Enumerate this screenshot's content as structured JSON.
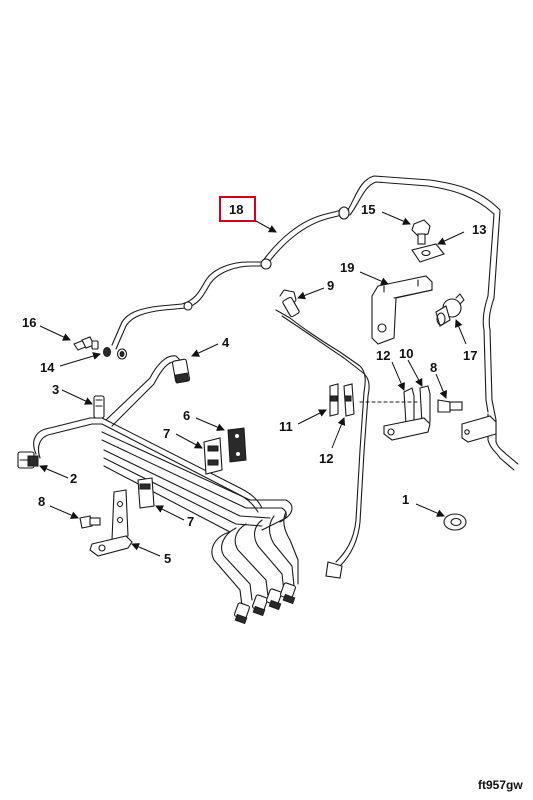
{
  "figure_id": "ft957gw",
  "highlighted_callout": "18",
  "highlight_color": "#d0021b",
  "callouts": {
    "c1": "1",
    "c2": "2",
    "c3": "3",
    "c4": "4",
    "c5": "5",
    "c6": "6",
    "c7a": "7",
    "c7b": "7",
    "c8a": "8",
    "c8b": "8",
    "c9": "9",
    "c10": "10",
    "c11": "11",
    "c12a": "12",
    "c12b": "12",
    "c13": "13",
    "c14": "14",
    "c15": "15",
    "c16": "16",
    "c17": "17",
    "c18": "18",
    "c19": "19"
  }
}
